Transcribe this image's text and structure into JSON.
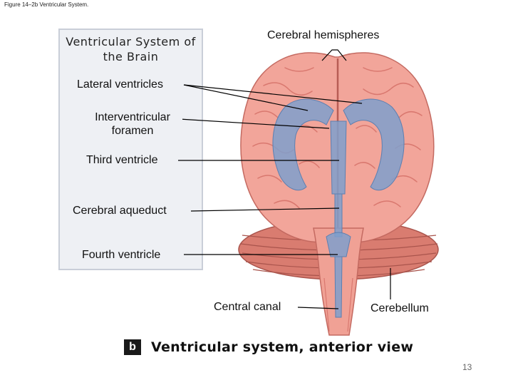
{
  "figure_caption": "Figure 14–2b Ventricular System.",
  "panel_title": "Ventricular System of the Brain",
  "labels": {
    "cerebral_hemispheres": "Cerebral hemispheres",
    "lateral_ventricles": "Lateral ventricles",
    "interventricular_foramen": "Interventricular foramen",
    "third_ventricle": "Third ventricle",
    "cerebral_aqueduct": "Cerebral aqueduct",
    "fourth_ventricle": "Fourth ventricle",
    "central_canal": "Central canal",
    "cerebellum": "Cerebellum"
  },
  "part_letter": "b",
  "caption": "Ventricular system, anterior view",
  "page_number": "13",
  "colors": {
    "brain": "#f2a59a",
    "brain_dark": "#d9786f",
    "ventricle": "#7f9fcc",
    "cerebellum": "#d97c70",
    "panel": "#eef0f4"
  }
}
